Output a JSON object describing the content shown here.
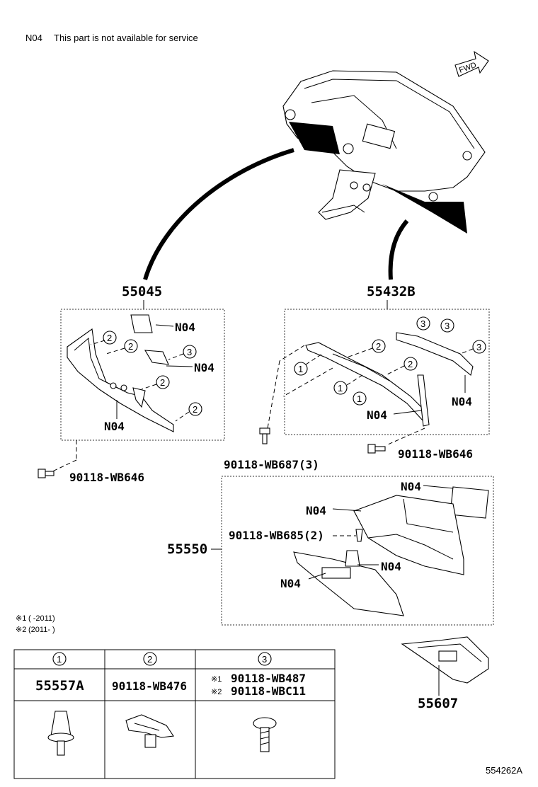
{
  "note": {
    "code": "N04",
    "text": "This part is not available for service"
  },
  "fwd_label": "FWD",
  "diagram_id": "554262A",
  "callouts": {
    "p55045": "55045",
    "p55432b": "55432B",
    "p55550": "55550",
    "p55607": "55607",
    "bolt_left": "90118-WB646",
    "bolt_mid": "90118-WB687(3)",
    "bolt_right": "90118-WB646",
    "bolt_glove": "90118-WB685(2)",
    "n04": "N04"
  },
  "circle_nums": {
    "one": "1",
    "two": "2",
    "three": "3"
  },
  "footnotes": [
    {
      "mark": "※1",
      "text": "(      -2011)"
    },
    {
      "mark": "※2",
      "text": "(2011-      )"
    }
  ],
  "legend_table": {
    "columns": [
      {
        "num": "1",
        "part": "55557A"
      },
      {
        "num": "2",
        "part": "90118-WB476"
      },
      {
        "num": "3",
        "parts": [
          {
            "mark": "※1",
            "part": "90118-WB487"
          },
          {
            "mark": "※2",
            "part": "90118-WBC11"
          }
        ]
      }
    ]
  }
}
